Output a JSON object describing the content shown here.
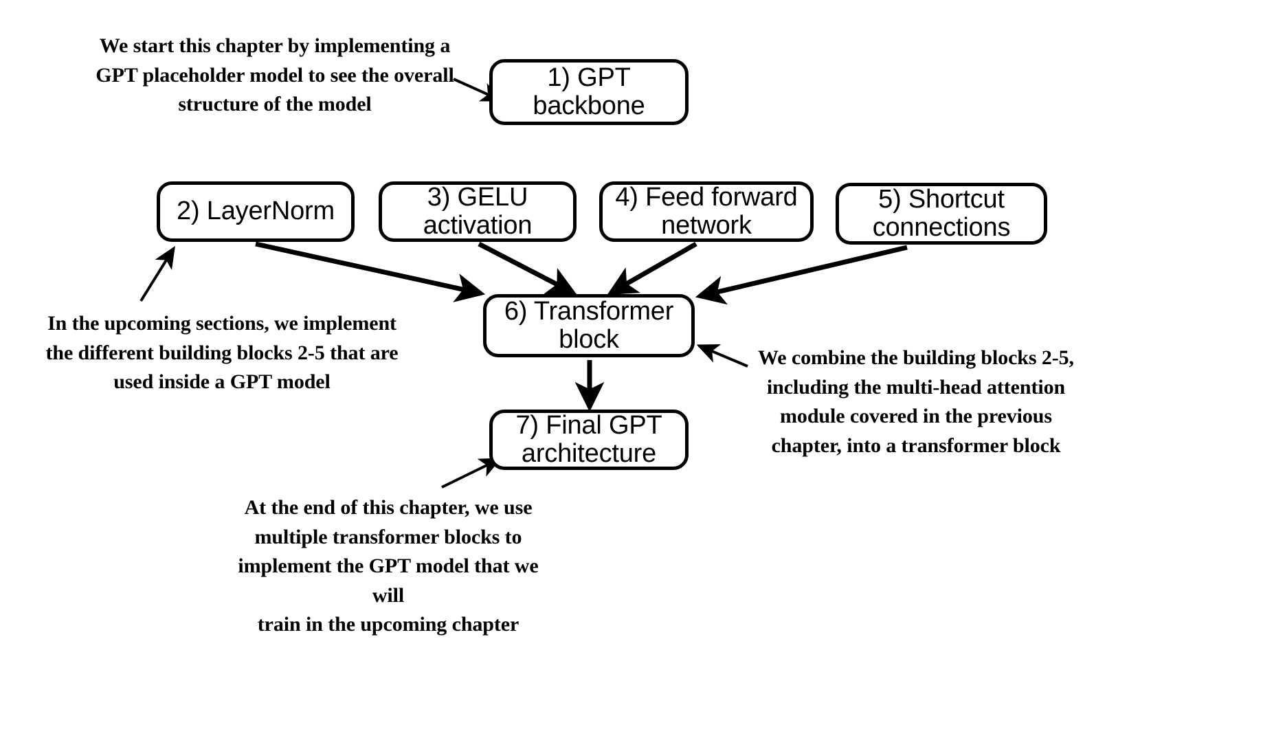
{
  "diagram": {
    "title": "GPT chapter overview flow diagram",
    "background_color": "#ffffff",
    "stroke_color": "#000000",
    "nodes": [
      {
        "id": "gpt-backbone",
        "label": "1) GPT\nbackbone"
      },
      {
        "id": "layernorm",
        "label": "2) LayerNorm"
      },
      {
        "id": "gelu",
        "label": "3) GELU\nactivation"
      },
      {
        "id": "feedforward",
        "label": "4) Feed forward\nnetwork"
      },
      {
        "id": "shortcut",
        "label": "5) Shortcut\nconnections"
      },
      {
        "id": "transformer",
        "label": "6) Transformer\nblock"
      },
      {
        "id": "final-gpt",
        "label": "7) Final GPT\narchitecture"
      }
    ],
    "notes": [
      {
        "id": "start",
        "text": "We start this chapter by implementing a\nGPT placeholder model to see the overall\nstructure of the model"
      },
      {
        "id": "building",
        "text": "In the upcoming sections, we implement\nthe different building blocks 2-5 that are\nused inside a GPT model"
      },
      {
        "id": "combine",
        "text": "We combine the building blocks 2-5,\nincluding the multi-head attention\nmodule covered in the previous\nchapter, into a transformer block"
      },
      {
        "id": "end",
        "text": "At the end of this chapter, we use\nmultiple transformer blocks to\nimplement the GPT model that we will\ntrain in the upcoming chapter"
      }
    ],
    "edges": [
      {
        "id": "note-start-to-backbone",
        "from": "note-start",
        "to": "gpt-backbone",
        "weight": "thin"
      },
      {
        "id": "layernorm-to-transformer",
        "from": "layernorm",
        "to": "transformer",
        "weight": "thick"
      },
      {
        "id": "gelu-to-transformer",
        "from": "gelu",
        "to": "transformer",
        "weight": "thick"
      },
      {
        "id": "feedforward-to-transformer",
        "from": "feedforward",
        "to": "transformer",
        "weight": "thick"
      },
      {
        "id": "shortcut-to-transformer",
        "from": "shortcut",
        "to": "transformer",
        "weight": "thick"
      },
      {
        "id": "transformer-to-final-gpt",
        "from": "transformer",
        "to": "final-gpt",
        "weight": "thick"
      },
      {
        "id": "note-building-to-layernorm",
        "from": "note-building",
        "to": "layernorm",
        "weight": "thin"
      },
      {
        "id": "note-combine-to-transformer",
        "from": "note-combine",
        "to": "transformer",
        "weight": "thin"
      },
      {
        "id": "note-end-to-final-gpt",
        "from": "note-end",
        "to": "final-gpt",
        "weight": "thin"
      }
    ]
  }
}
